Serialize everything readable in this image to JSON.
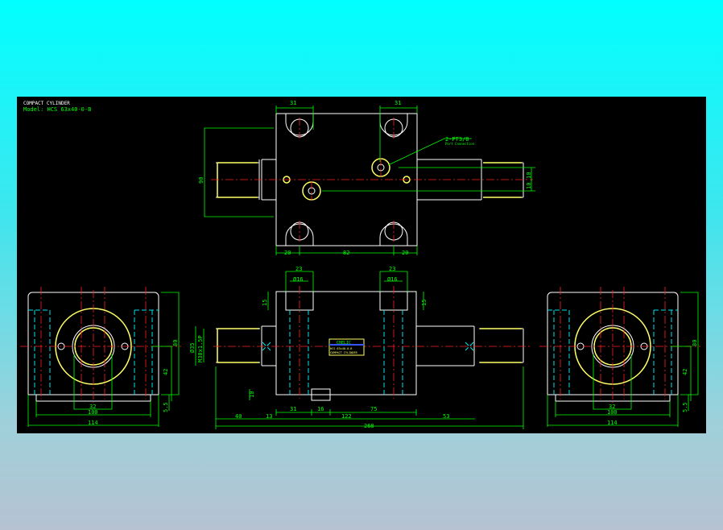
{
  "title_block": {
    "title": "COMPACT CYLINDER",
    "model": "Model: HCS 63x40-0-B"
  },
  "colors": {
    "background_top": "#00ffff",
    "background_bottom": "#b6c2d2",
    "canvas": "#000000",
    "outline": "#ffffff",
    "dimension": "#00ff00",
    "centerline": "#ff2020",
    "hidden": "#00e5ee",
    "highlight": "#ffff66"
  },
  "top_view": {
    "dims": {
      "left_hole": "31",
      "right_hole": "31",
      "height": "90",
      "left_edge": "20",
      "center": "82",
      "right_edge": "20",
      "rod_thread": "10",
      "rod_flat": "10"
    },
    "port_label": "2-PT3/8",
    "port_sublabel": "Port Connection"
  },
  "front_view": {
    "dims": {
      "left_boss": "23",
      "right_boss": "23",
      "left_bore": "Ø16",
      "right_bore": "Ø16",
      "left_depth": "15",
      "right_depth": "15",
      "rod_dia": "Ø35",
      "thread": "M30x1.5P",
      "block_h": "10",
      "d31": "31",
      "d16": "16",
      "d75": "75",
      "d40": "40",
      "d13": "13",
      "d122": "122",
      "d53": "53",
      "total": "268"
    },
    "nameplate": {
      "brand": "CHELIC",
      "line1": "HCS 63x40-0-B",
      "line2": "COMPACT CYLINDER"
    }
  },
  "side_view": {
    "dims": {
      "inner": "32",
      "base": "100",
      "width": "114",
      "height": "80",
      "center": "42",
      "foot": "5.5"
    }
  }
}
